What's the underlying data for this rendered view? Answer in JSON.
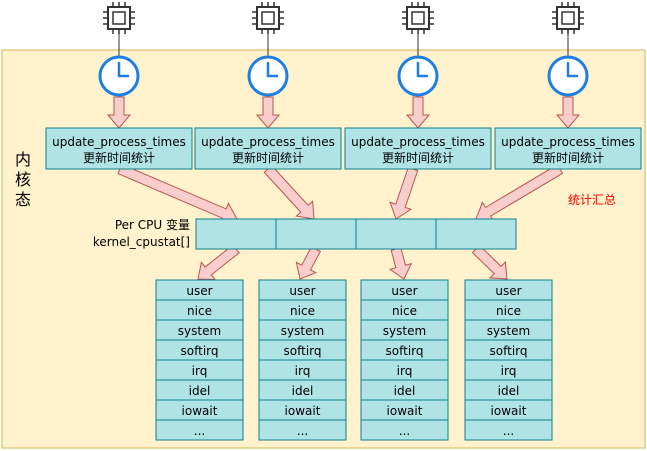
{
  "kernel_label": "内\n核\n态",
  "cpu_icon": "cpu-chip-icon",
  "timer_icon": "clock-icon",
  "func_line1": "update_process_times",
  "func_line2": "更新时间统计",
  "percpu_line1": "Per CPU 变量",
  "percpu_line2": "kernel_cpustat[]",
  "aggregate_label": "统计汇总",
  "stat_items": [
    "user",
    "nice",
    "system",
    "softirq",
    "irq",
    "idel",
    "iowait",
    "..."
  ],
  "colors": {
    "region_fill": "#fff2cc",
    "region_stroke": "#d6b656",
    "box_fill": "#b0e3e6",
    "box_stroke": "#0e8088",
    "arrow_fill": "#f8cecc",
    "arrow_stroke": "#b85450",
    "clock_stroke": "#1e7fe0",
    "accent_text": "#ff0000"
  }
}
